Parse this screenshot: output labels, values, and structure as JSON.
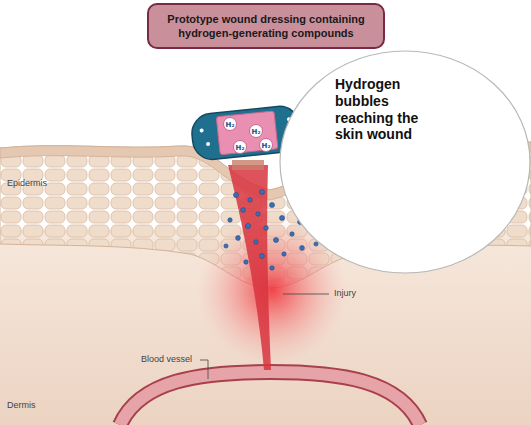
{
  "diagram": {
    "nodes": [
      {
        "text": [
          "Prototype wound dressing containing hydrogen-generating compounds"
        ]
      },
      {
        "text": [
          "Hydrogen bubbles reaching the skin wound"
        ]
      }
    ],
    "labels": [
      "H₂",
      "H₂",
      "H₂",
      "H₂",
      "Epidermis",
      "Injury",
      "Blood vessel",
      "Dermis"
    ]
  }
}
